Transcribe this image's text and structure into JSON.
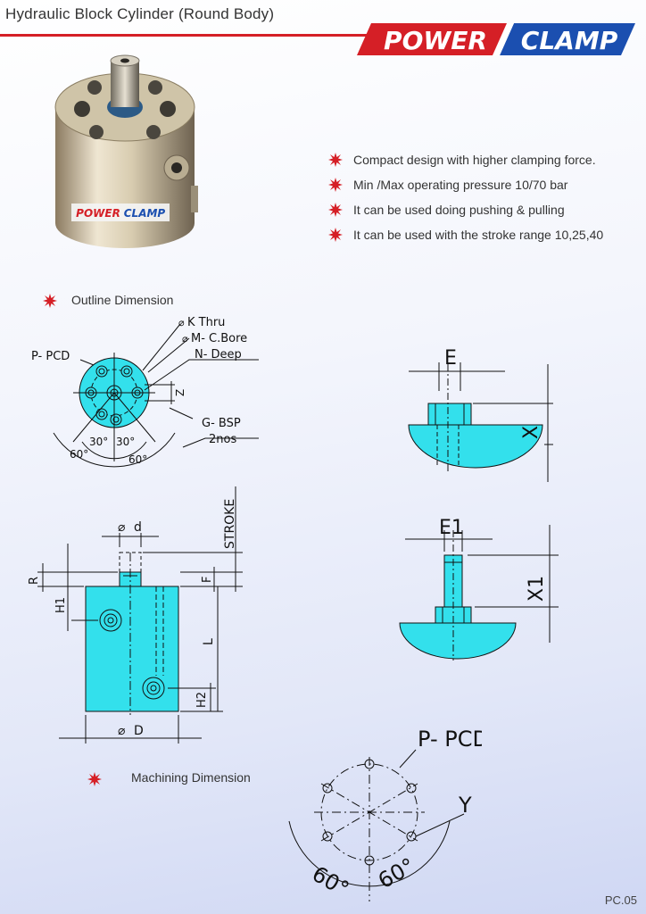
{
  "header": {
    "title": "Hydraulic Block Cylinder (Round Body)",
    "logo_word_1": "POWER",
    "logo_word_2": "CLAMP"
  },
  "photo": {
    "label_1": "POWER",
    "label_2": "CLAMP"
  },
  "features": [
    "Compact design with higher clamping force.",
    "Min /Max operating pressure 10/70 bar",
    "It can be used doing pushing & pulling",
    "It can be used with the stroke range 10,25,40"
  ],
  "sections": {
    "outline": "Outline Dimension",
    "machining": "Machining Dimension"
  },
  "top_view": {
    "k_thru": "K Thru",
    "m_cbore": "M- C.Bore",
    "n_deep": "N- Deep",
    "p_pcd": "P- PCD",
    "z": "Z",
    "g_bsp": "G- BSP",
    "two_nos": "2nos",
    "angle_30a": "30°",
    "angle_30b": "30°",
    "angle_60a": "60°",
    "angle_60b": "60°"
  },
  "side_view": {
    "d_small": "d",
    "stroke": "STROKE",
    "r": "R",
    "f": "F",
    "h1": "H1",
    "l": "L",
    "h2": "H2",
    "d_big": "D"
  },
  "detail_1": {
    "e": "E",
    "x": "X"
  },
  "detail_2": {
    "e1": "E1",
    "x1": "X1"
  },
  "machining": {
    "p_pcd": "P- PCD",
    "y": "Y",
    "angle_60a": "60°",
    "angle_60b": "60°"
  },
  "footer": {
    "page": "PC.05"
  },
  "colors": {
    "accent_red": "#d51f26",
    "brand_blue": "#1b4fb0",
    "part_cyan": "#33e0ec"
  }
}
